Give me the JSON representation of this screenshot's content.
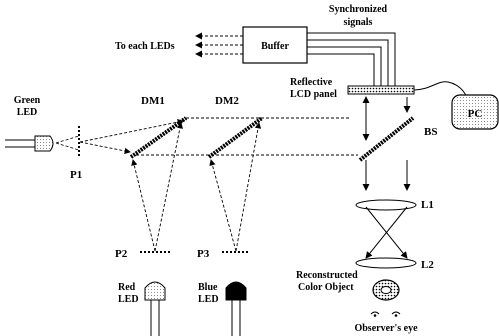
{
  "labels": {
    "to_each_leds": "To each LEDs",
    "buffer": "Buffer",
    "sync_line1": "Synchronized",
    "sync_line2": "signals",
    "reflective_line1": "Reflective",
    "reflective_line2": "LCD panel",
    "pc": "PC",
    "green_line1": "Green",
    "green_line2": "LED",
    "dm1": "DM1",
    "dm2": "DM2",
    "bs": "BS",
    "p1": "P1",
    "p2": "P2",
    "p3": "P3",
    "l1": "L1",
    "l2": "L2",
    "red_line1": "Red",
    "red_line2": "LED",
    "blue_line1": "Blue",
    "blue_line2": "LED",
    "recon_line1": "Reconstructed",
    "recon_line2": "Color Object",
    "observer": "Observer's eye"
  }
}
